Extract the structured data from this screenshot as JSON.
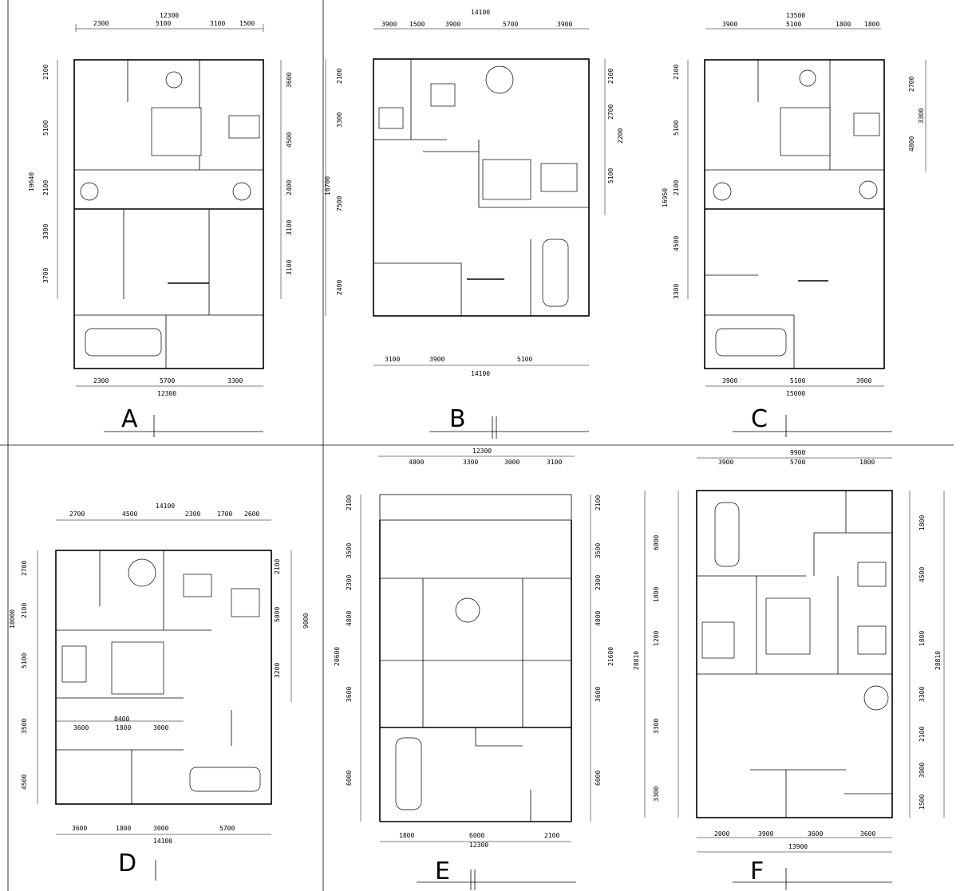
{
  "sheet": {
    "title": ""
  },
  "plans": [
    {
      "id": "A",
      "label": "A",
      "top_dims": {
        "overall": "12300",
        "parts": [
          "2300",
          "5100",
          "3100",
          "1500"
        ]
      },
      "bottom_dims": {
        "overall": "12300",
        "parts": [
          "2300",
          "5700",
          "3300"
        ]
      },
      "left_dims": {
        "overall": "19640",
        "parts": [
          "2100",
          "5100",
          "2100",
          "3300",
          "3700"
        ]
      },
      "right_dims": {
        "parts": [
          "3600",
          "4500",
          "2400",
          "3100",
          "3100"
        ]
      }
    },
    {
      "id": "B",
      "label": "B",
      "top_dims": {
        "overall": "14100",
        "parts": [
          "3900",
          "1500",
          "3900",
          "5700",
          "3900"
        ]
      },
      "bottom_dims": {
        "overall": "14100",
        "parts": [
          "3100",
          "3900",
          "5100"
        ]
      },
      "left_dims": {
        "overall": "16700",
        "parts": [
          "2100",
          "3300",
          "7500",
          "2400"
        ]
      },
      "right_dims": {
        "parts": [
          "2100",
          "2700",
          "2200",
          "5100"
        ]
      }
    },
    {
      "id": "C",
      "label": "C",
      "top_dims": {
        "overall": "13500",
        "parts": [
          "3900",
          "5100",
          "1800",
          "1800"
        ]
      },
      "bottom_dims": {
        "overall": "15000",
        "parts": [
          "3900",
          "5100",
          "3900"
        ]
      },
      "left_dims": {
        "overall": "16950",
        "parts": [
          "2100",
          "5100",
          "2100",
          "4500",
          "3300"
        ]
      },
      "right_dims": {
        "parts": [
          "2700",
          "3300",
          "4800"
        ]
      }
    },
    {
      "id": "D",
      "label": "D",
      "top_dims": {
        "overall": "14100",
        "parts": [
          "2700",
          "4500",
          "2300",
          "1700",
          "2600"
        ]
      },
      "bottom_dims": {
        "overall": "14100",
        "parts": [
          "3600",
          "1800",
          "3000",
          "5700"
        ]
      },
      "left_dims": {
        "overall": "18000",
        "parts": [
          "2700",
          "2100",
          "5100",
          "3500",
          "4500"
        ]
      },
      "right_dims": {
        "overall": "9000",
        "parts": [
          "2100",
          "5000",
          "3200"
        ]
      },
      "inner_dims": {
        "overall": "8400",
        "parts": [
          "3600",
          "1800",
          "3000"
        ]
      }
    },
    {
      "id": "E",
      "label": "E",
      "top_dims": {
        "overall": "12300",
        "parts": [
          "4800",
          "3300",
          "3000",
          "3100"
        ]
      },
      "bottom_dims": {
        "overall": "12300",
        "parts": [
          "1800",
          "6000",
          "2100"
        ]
      },
      "left_dims": {
        "overall": "20600",
        "parts": [
          "2100",
          "3500",
          "2300",
          "4800",
          "3600",
          "6000"
        ]
      },
      "right_dims": {
        "overall": "21600",
        "parts": [
          "2100",
          "3500",
          "2300",
          "4800",
          "3600",
          "6000"
        ]
      }
    },
    {
      "id": "F",
      "label": "F",
      "top_dims": {
        "overall": "9900",
        "parts": [
          "3900",
          "5700",
          "1800"
        ]
      },
      "bottom_dims": {
        "overall": "13900",
        "parts": [
          "2000",
          "3900",
          "3600",
          "3600"
        ]
      },
      "left_dims": {
        "overall": "28810",
        "parts": [
          "6000",
          "1800",
          "1200",
          "3300",
          "3300"
        ]
      },
      "right_dims": {
        "overall": "28810",
        "parts": [
          "1800",
          "4500",
          "1800",
          "3300",
          "2100",
          "3900",
          "1500"
        ]
      }
    }
  ]
}
